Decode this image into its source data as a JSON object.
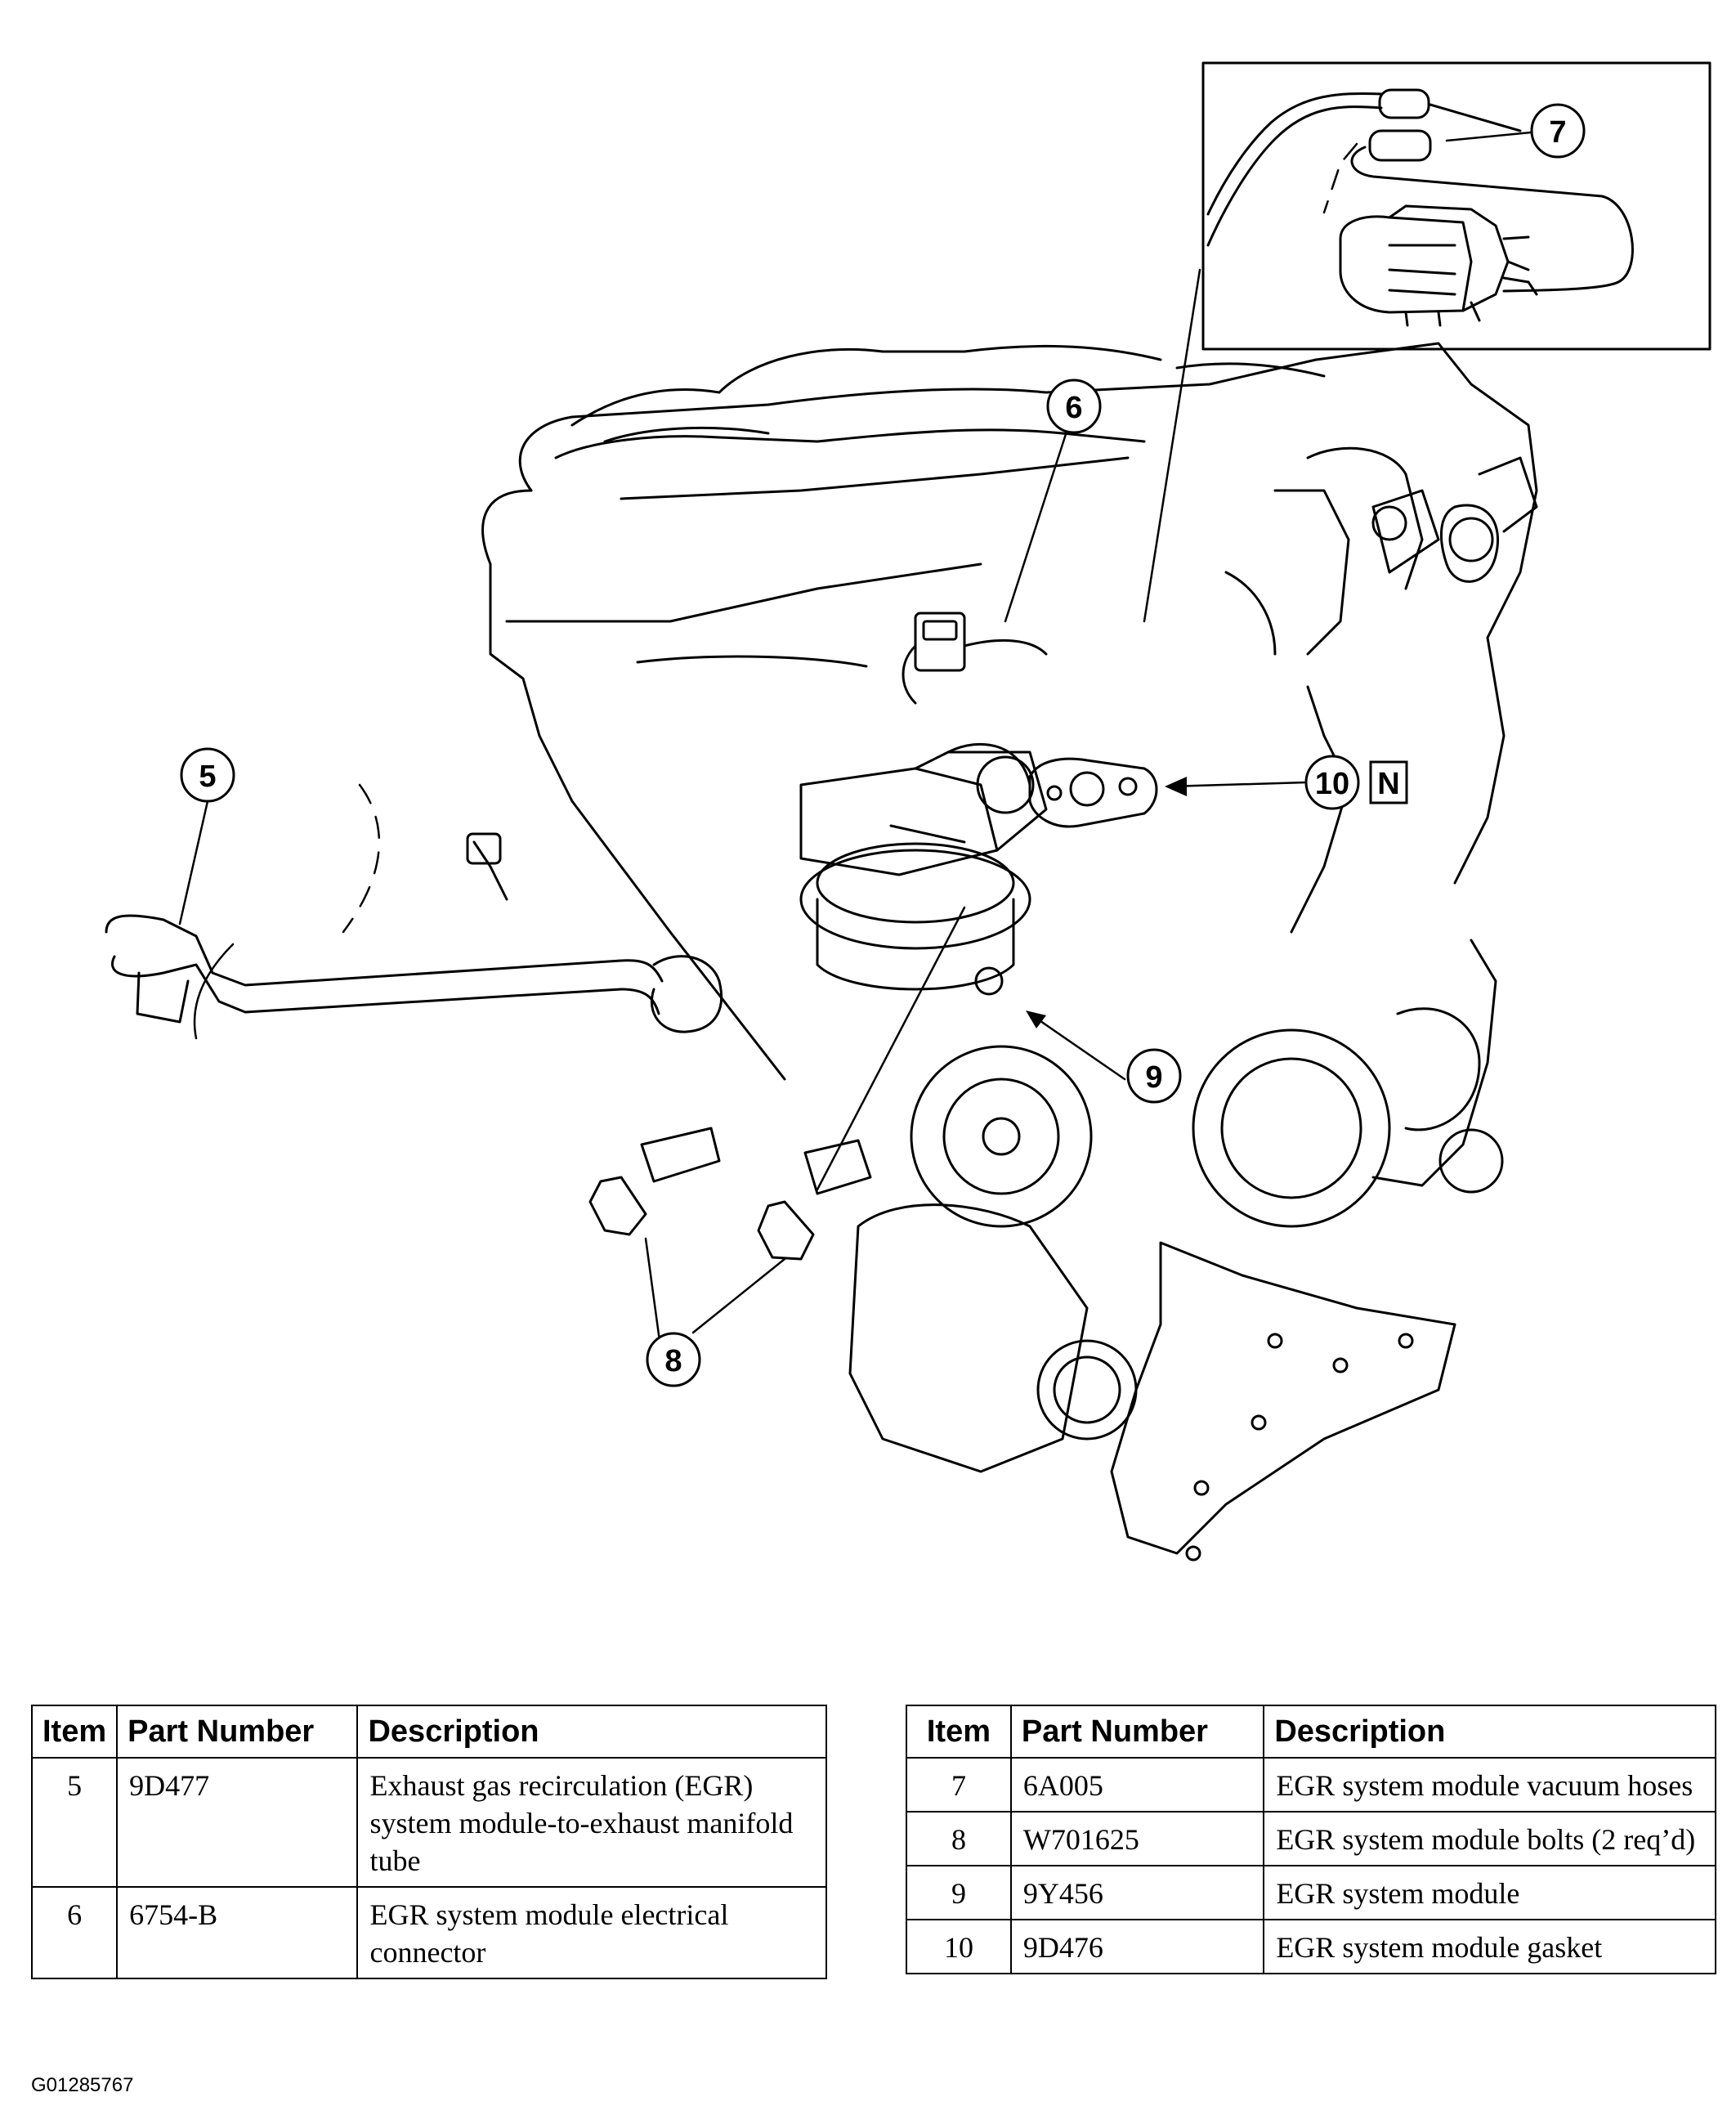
{
  "callouts": [
    "5",
    "6",
    "7",
    "8",
    "9",
    "10"
  ],
  "view_marker": "N",
  "tables": {
    "headers": {
      "item": "Item",
      "part_number": "Part Number",
      "description": "Description"
    },
    "left_rows": [
      {
        "item": "5",
        "part_number": "9D477",
        "description": "Exhaust gas recirculation (EGR) system module-to-exhaust manifold tube"
      },
      {
        "item": "6",
        "part_number": "6754-B",
        "description": "EGR system module electrical connector"
      }
    ],
    "right_rows": [
      {
        "item": "7",
        "part_number": "6A005",
        "description": "EGR system module vacuum hoses"
      },
      {
        "item": "8",
        "part_number": "W701625",
        "description": "EGR system module bolts (2 req’d)"
      },
      {
        "item": "9",
        "part_number": "9Y456",
        "description": "EGR system module"
      },
      {
        "item": "10",
        "part_number": "9D476",
        "description": "EGR system module gasket"
      }
    ]
  },
  "figure_code": "G01285767"
}
